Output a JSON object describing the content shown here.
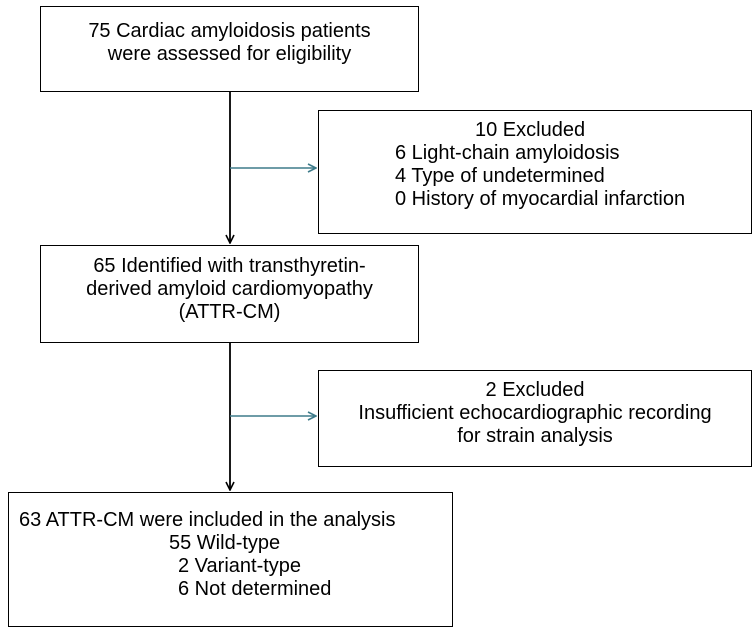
{
  "flowchart": {
    "screening": {
      "lines": [
        "75 Cardiac amyloidosis patients",
        "were assessed for eligibility"
      ]
    },
    "exclusion_1": {
      "title": "10 Excluded",
      "items": [
        "6 Light-chain amyloidosis",
        "4 Type of undetermined",
        "0 History of myocardial infarction"
      ]
    },
    "identified": {
      "lines": [
        "65 Identified with transthyretin-",
        "derived amyloid cardiomyopathy",
        "(ATTR-CM)"
      ]
    },
    "exclusion_2": {
      "lines": [
        "2 Excluded",
        "Insufficient echocardiographic recording",
        "for strain analysis"
      ]
    },
    "included": {
      "title": "63 ATTR-CM were included in the analysis",
      "items": [
        "55 Wild-type",
        "2 Variant-type",
        "6 Not determined"
      ]
    }
  },
  "colors": {
    "border": "#000000",
    "main_arrow": "#000000",
    "side_arrow": "#3e7b8a"
  }
}
